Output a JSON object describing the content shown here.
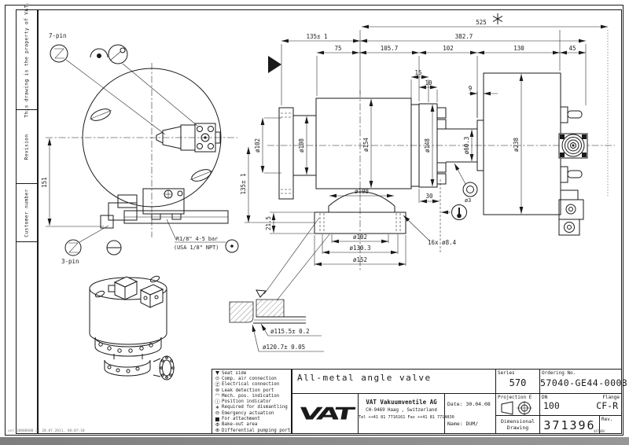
{
  "sidebar": {
    "property_note": "This drawing is the property of VAT.",
    "revision_label": "Revision",
    "customer_label": "Customer number"
  },
  "stamp": {
    "print_note": "usr 10000600 at 20.07.2011, 08:07:10",
    "corner_note": "VATWDA"
  },
  "top_view": {
    "pin7": "7-pin",
    "pin3": "3-pin",
    "air_line1": "R1/8\" 4-5 bar",
    "air_line2": "(USA 1/8\" NPT)",
    "h151": "151"
  },
  "dims": {
    "d525": "525",
    "d382_7": "382.7",
    "d135_top": "135± 1",
    "d75": "75",
    "d105_7": "105.7",
    "d102": "102",
    "d130": "130",
    "d45": "45",
    "d15": "15",
    "d10": "10",
    "d9": "9",
    "d30": "30",
    "d135_side": "135± 1",
    "d21_5": "21.5",
    "dia102": "ø102",
    "dia108": "ø108",
    "dia154": "ø154",
    "dia148": "ø148",
    "dia60_3": "ø60.3",
    "dia238": "ø238",
    "dia108b": "ø108",
    "dia102b": "ø102",
    "dia130_3": "ø130.3",
    "dia152": "ø152",
    "d16x": "16x ø8.4",
    "dia3": "ø3"
  },
  "detail": {
    "d115": "ø115.5± 0.2",
    "d120": "ø120.7± 0.05"
  },
  "legend": {
    "items": [
      {
        "glyph": "▼",
        "label": "Seat side"
      },
      {
        "glyph": "⊙",
        "label": "Comp. air connection"
      },
      {
        "glyph": "Ⓩ",
        "label": "Electrical connection"
      },
      {
        "glyph": "⊚",
        "label": "Leak detection port"
      },
      {
        "glyph": "◠",
        "label": "Mech. pos. indication"
      },
      {
        "glyph": "ⓘ",
        "label": "Position indicator"
      },
      {
        "glyph": "∗",
        "label": "Required for dismantling"
      },
      {
        "glyph": "⊖",
        "label": "Emergency actuation"
      },
      {
        "glyph": "■",
        "label": "For attachment"
      },
      {
        "glyph": "Φ",
        "label": "Bake-out area"
      },
      {
        "glyph": "⊕",
        "label": "Differential pumping port"
      }
    ]
  },
  "titleblock": {
    "title": "All-metal angle valve",
    "series_label": "Series",
    "series": "570",
    "ordering_label": "Ordering No.",
    "ordering": "57040-GE44-0003",
    "projection_label": "Projection E",
    "dn_label": "DN",
    "dn": "100",
    "flange_label": "Flange",
    "flange": "CF-R",
    "doc_line1": "Dimensional",
    "doc_line2": "Drawing",
    "doc_number": "371396",
    "rev_label": "Rev.",
    "logo_text": "VAT",
    "company": "VAT Vakuumventile AG",
    "address": "CH-9469 Haag , Switzerland",
    "phone": "Tel ++41 81 7716161 Fax ++41 81 7714830",
    "date_label": "Date:",
    "date": "30.04.08",
    "name_label": "Name:",
    "name": "DUM/"
  }
}
